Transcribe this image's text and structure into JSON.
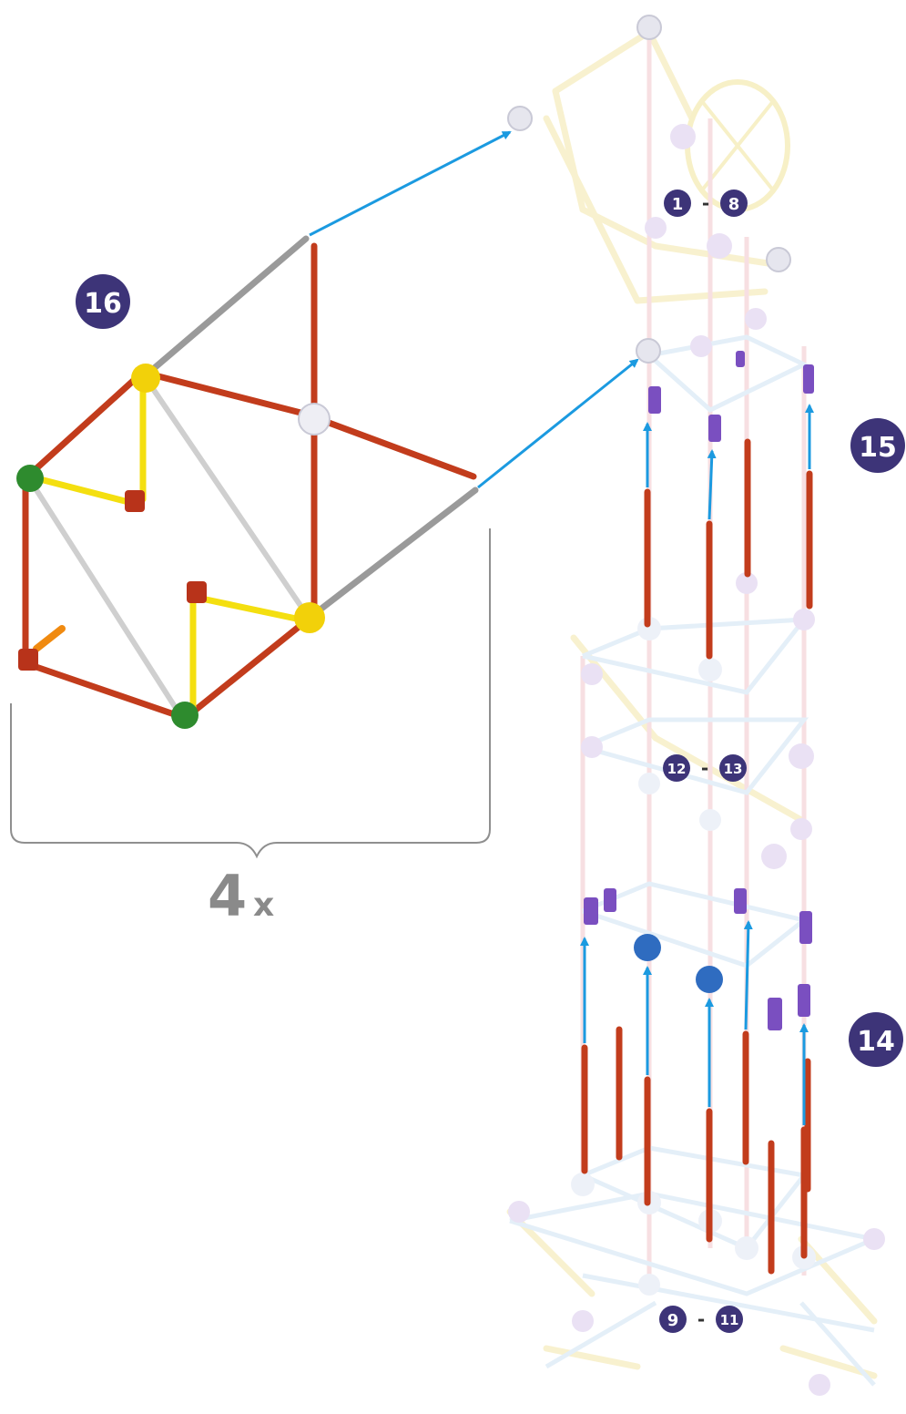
{
  "steps": {
    "step16": "16",
    "step15": "15",
    "step14": "14"
  },
  "references": {
    "top": {
      "from": "1",
      "to": "8",
      "sep": "-"
    },
    "middle": {
      "from": "12",
      "to": "13",
      "sep": "-"
    },
    "bottom": {
      "from": "9",
      "to": "11",
      "sep": "-"
    }
  },
  "multiplier": {
    "count": "4",
    "suffix": "x"
  },
  "colors": {
    "badge": "#3d3478",
    "arrow": "#1b9ae0",
    "red_rod": "#c23c1c",
    "grey_rod": "#9a9a9a",
    "light_grey_rod": "#cfcfcf",
    "yellow_rod": "#f4df10",
    "green_connector": "#2e8b2e",
    "purple_connector": "#7a4fc0",
    "blue_connector": "#2f6cc0",
    "white_connector": "#e6e6ee",
    "faded_tower": "#d8cfe8"
  }
}
